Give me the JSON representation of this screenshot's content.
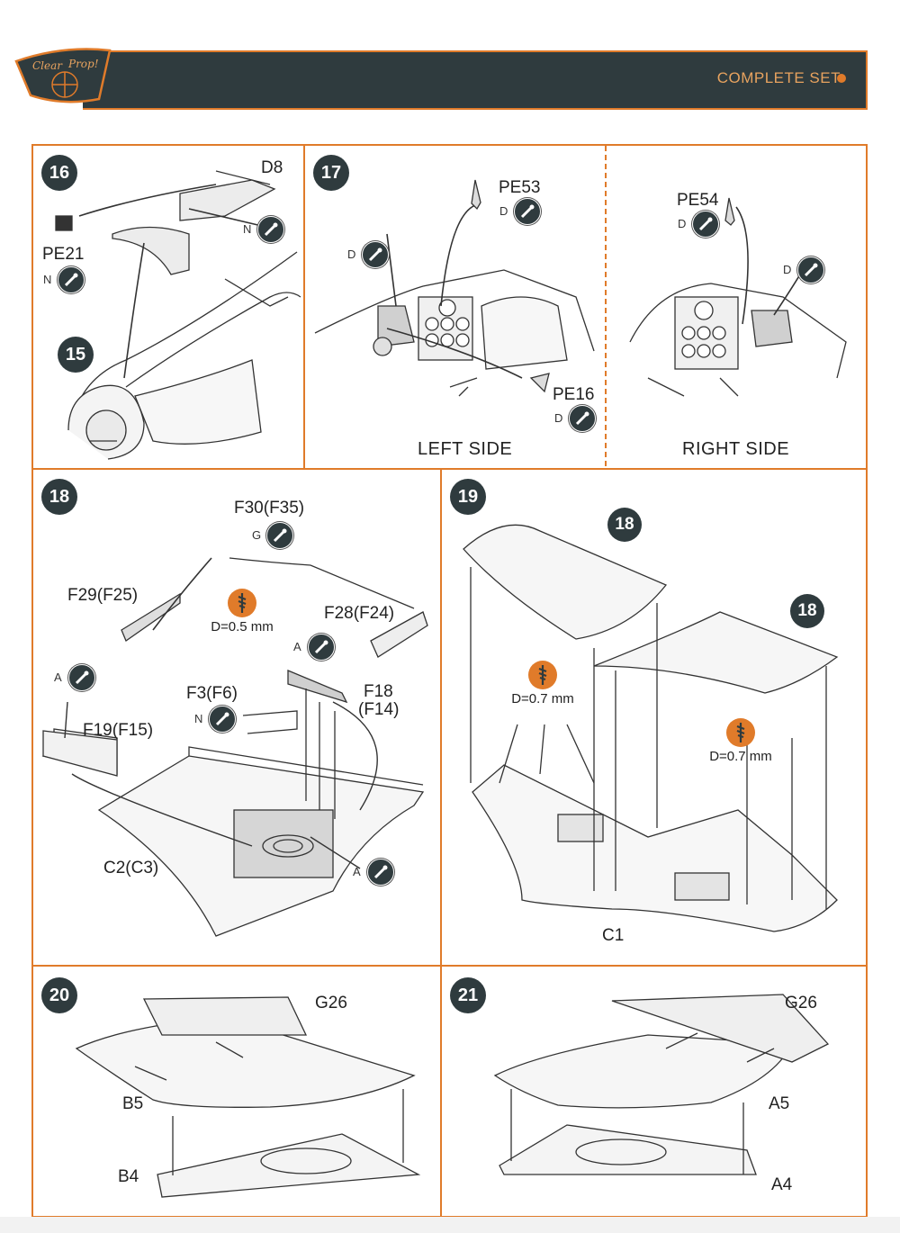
{
  "header": {
    "title": "COMPLETE SET",
    "logo_text_1": "Clear",
    "logo_text_2": "Prop!",
    "accent_color": "#e07b2a",
    "bar_color": "#2f3b3e"
  },
  "steps": {
    "s16": {
      "number": "16",
      "sub_number": "15",
      "parts": {
        "d8": "D8",
        "pe21": "PE21"
      },
      "paints": {
        "n1": "N",
        "n2": "N"
      }
    },
    "s17": {
      "number": "17",
      "parts": {
        "pe53": "PE53",
        "pe54": "PE54",
        "pe16": "PE16"
      },
      "paints": {
        "d1": "D",
        "d2": "D",
        "d3": "D",
        "d4": "D",
        "d5": "D"
      },
      "left_label": "LEFT SIDE",
      "right_label": "RIGHT SIDE"
    },
    "s18": {
      "number": "18",
      "parts": {
        "f30": "F30(F35)",
        "f29": "F29(F25)",
        "f28": "F28(F24)",
        "f3": "F3(F6)",
        "f18a": "F18",
        "f18b": "(F14)",
        "f19": "F19(F15)",
        "c2": "C2(C3)"
      },
      "paints": {
        "g": "G",
        "a1": "A",
        "a2": "A",
        "n": "N",
        "a3": "A"
      },
      "drill": "D=0.5 mm"
    },
    "s19": {
      "number": "19",
      "refs": {
        "r1": "18",
        "r2": "18"
      },
      "part": "C1",
      "drill1": "D=0.7 mm",
      "drill2": "D=0.7 mm"
    },
    "s20": {
      "number": "20",
      "parts": {
        "g26": "G26",
        "b5": "B5",
        "b4": "B4"
      }
    },
    "s21": {
      "number": "21",
      "parts": {
        "g26": "G26",
        "a5": "A5",
        "a4": "A4"
      }
    }
  },
  "icons": {
    "paint": "brush-icon",
    "drill": "drill-bit-icon"
  }
}
